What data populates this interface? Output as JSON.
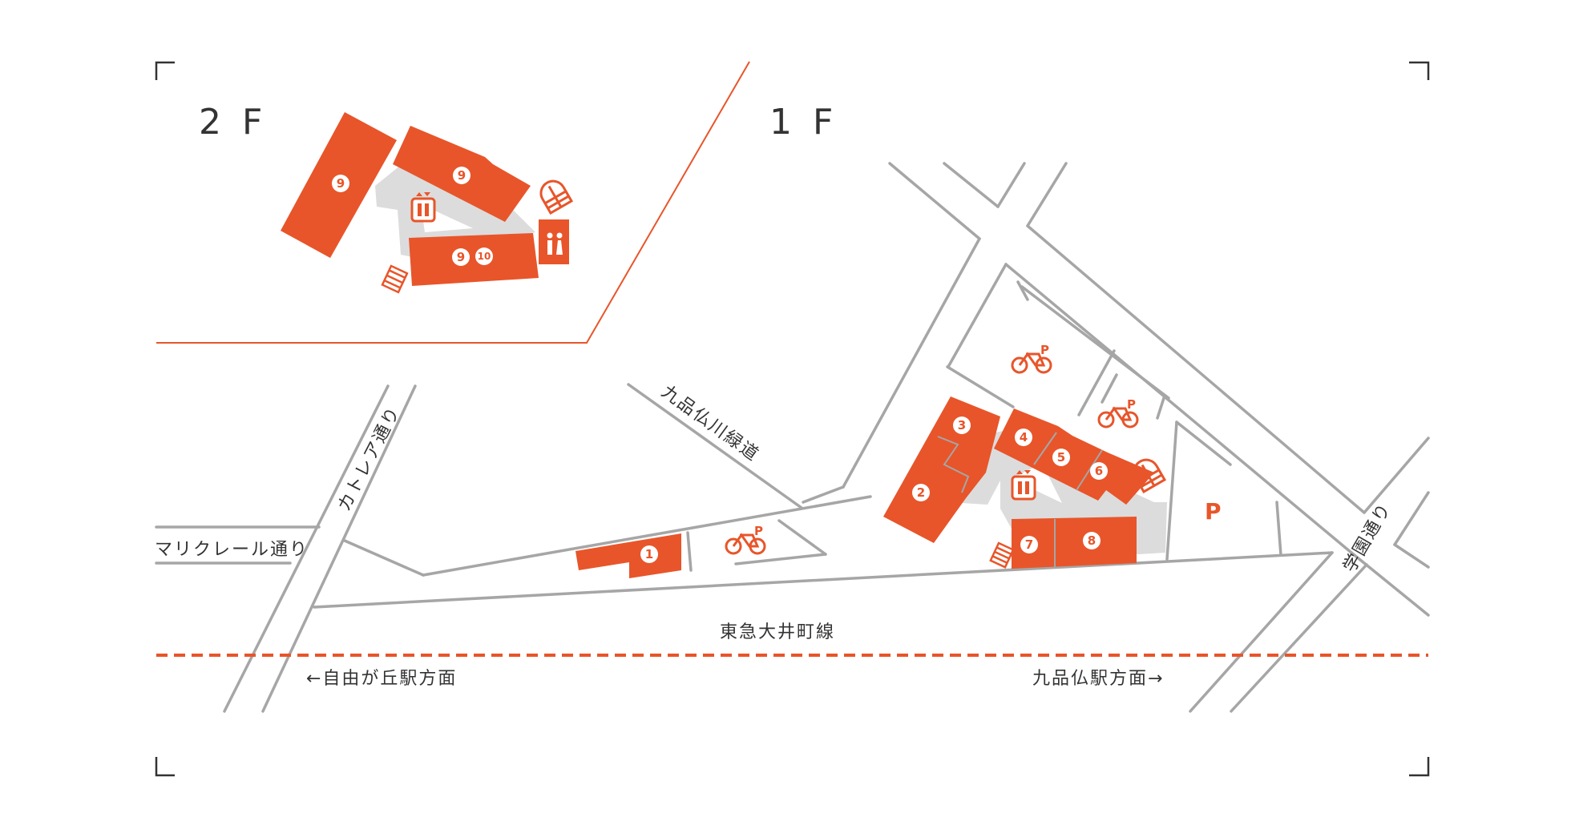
{
  "colors": {
    "accent": "#e8552a",
    "road": "#a6a6a6",
    "plaza": "#dcdcdc",
    "text": "#333333"
  },
  "floors": {
    "upper": "2 F",
    "ground": "1 F"
  },
  "roads": {
    "cattleya": "カトレア通り",
    "marikurel": "マリクレール通り",
    "kuhonbutsu_ryokudo": "九品仏川緑道",
    "gakuen": "学園通り"
  },
  "railway": {
    "name": "東急大井町線",
    "to_jiyugaoka": "←自由が丘駅方面",
    "to_kuhonbutsu": "九品仏駅方面→"
  },
  "shop_numbers": {
    "upper": [
      "9",
      "9",
      "9",
      "10"
    ],
    "ground": [
      "1",
      "2",
      "3",
      "4",
      "5",
      "6",
      "7",
      "8"
    ]
  },
  "icons": {
    "bicycle_parking": "bicycle-parking-icon",
    "parking": "P",
    "parking_mark": "P",
    "elevator": "elevator-icon",
    "restroom": "restroom-icon",
    "stairs": "stairs-icon"
  }
}
